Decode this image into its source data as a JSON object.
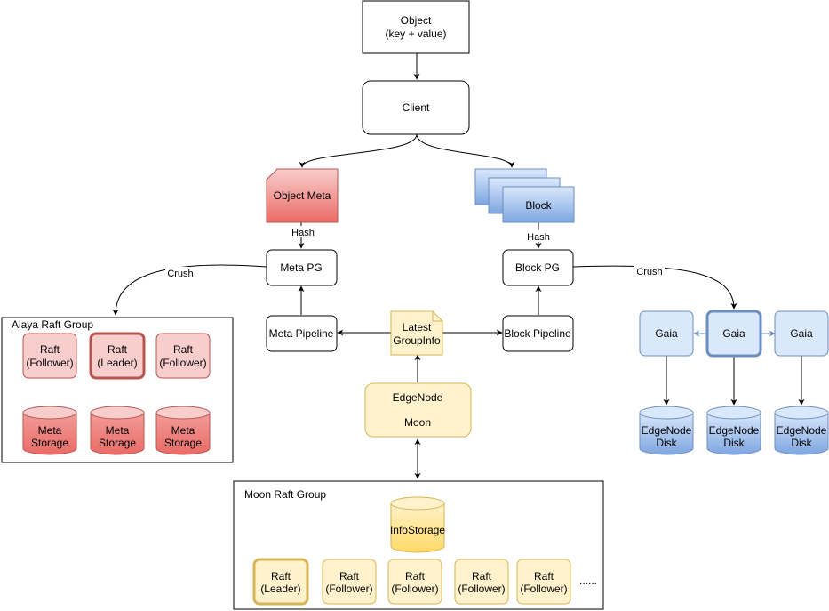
{
  "nodes": {
    "object": {
      "line1": "Object",
      "line2": "(key + value)"
    },
    "client": {
      "label": "Client"
    },
    "object_meta": {
      "label": "Object Meta"
    },
    "block": {
      "label": "Block"
    },
    "meta_pg": {
      "label": "Meta PG"
    },
    "block_pg": {
      "label": "Block PG"
    },
    "meta_pipeline": {
      "label": "Meta Pipeline"
    },
    "block_pipeline": {
      "label": "Block Pipeline"
    },
    "latest_groupinfo": {
      "line1": "Latest",
      "line2": "GroupInfo"
    },
    "edgenode_moon": {
      "line1": "EdgeNode",
      "line2": "Moon"
    },
    "info_storage": {
      "label": "InfoStorage"
    }
  },
  "edge_labels": {
    "hash_left": "Hash",
    "hash_right": "Hash",
    "crush_left": "Crush",
    "crush_right": "Crush"
  },
  "alaya_group": {
    "title": "Alaya Raft Group",
    "rafts": [
      {
        "line1": "Raft",
        "line2": "(Follower)",
        "leader": false
      },
      {
        "line1": "Raft",
        "line2": "(Leader)",
        "leader": true
      },
      {
        "line1": "Raft",
        "line2": "(Follower)",
        "leader": false
      }
    ],
    "storages": [
      {
        "line1": "Meta",
        "line2": "Storage"
      },
      {
        "line1": "Meta",
        "line2": "Storage"
      },
      {
        "line1": "Meta",
        "line2": "Storage"
      }
    ]
  },
  "gaia_group": {
    "nodes": [
      {
        "label": "Gaia",
        "leader": false
      },
      {
        "label": "Gaia",
        "leader": true
      },
      {
        "label": "Gaia",
        "leader": false
      }
    ],
    "disks": [
      {
        "line1": "EdgeNode",
        "line2": "Disk"
      },
      {
        "line1": "EdgeNode",
        "line2": "Disk"
      },
      {
        "line1": "EdgeNode",
        "line2": "Disk"
      }
    ]
  },
  "moon_group": {
    "title": "Moon Raft Group",
    "rafts": [
      {
        "line1": "Raft",
        "line2": "(Leader)",
        "leader": true
      },
      {
        "line1": "Raft",
        "line2": "(Follower)",
        "leader": false
      },
      {
        "line1": "Raft",
        "line2": "(Follower)",
        "leader": false
      },
      {
        "line1": "Raft",
        "line2": "(Follower)",
        "leader": false
      },
      {
        "line1": "Raft",
        "line2": "(Follower)",
        "leader": false
      }
    ],
    "ellipsis": "......"
  },
  "colors": {
    "red_fill": "#f8cecc",
    "red_stroke": "#b85450",
    "red_grad_top": "#f19c99",
    "red_grad_bottom": "#ea6b66",
    "blue_fill": "#dae8fc",
    "blue_stroke": "#6c8ebf",
    "blue_grad_top": "#dae8fc",
    "blue_grad_bottom": "#7ea6e0",
    "yellow_fill": "#fff2cc",
    "yellow_stroke": "#d6b656",
    "yellow_grad_bottom": "#ffd966"
  }
}
